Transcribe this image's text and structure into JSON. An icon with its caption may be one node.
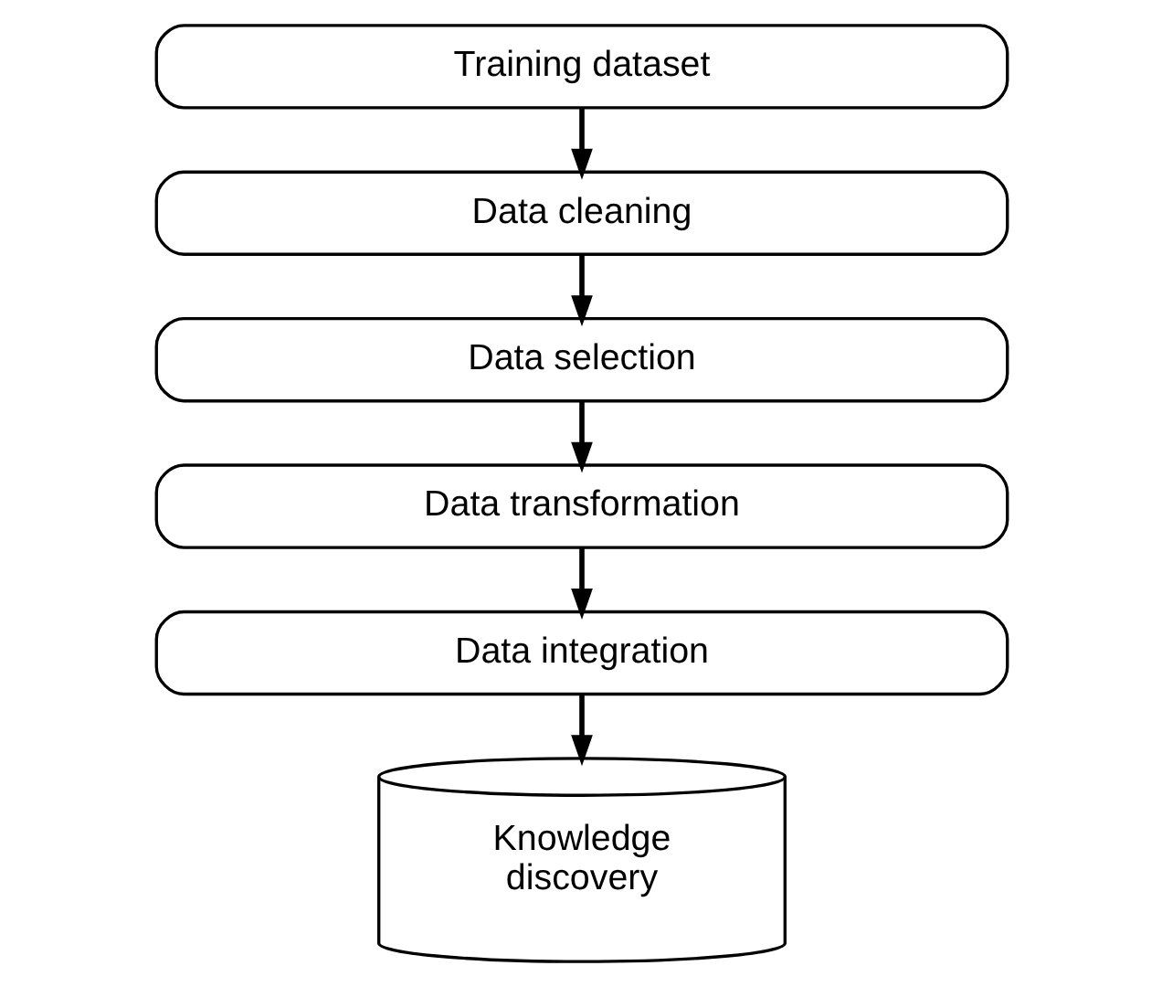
{
  "diagram": {
    "nodes": [
      {
        "text": [
          "Training dataset"
        ]
      },
      {
        "text": [
          "Data cleaning"
        ]
      },
      {
        "text": [
          "Data selection"
        ]
      },
      {
        "text": [
          "Data transformation"
        ]
      },
      {
        "text": [
          "Data integration"
        ]
      },
      {
        "text": [
          "Knowledge discovery"
        ]
      }
    ],
    "edges": [
      {
        "from": 0,
        "to": 1,
        "arrow": "to"
      },
      {
        "from": 1,
        "to": 2,
        "arrow": "to"
      },
      {
        "from": 2,
        "to": 3,
        "arrow": "to"
      },
      {
        "from": 3,
        "to": 4,
        "arrow": "to"
      },
      {
        "from": 4,
        "to": 5,
        "arrow": "to"
      }
    ]
  }
}
